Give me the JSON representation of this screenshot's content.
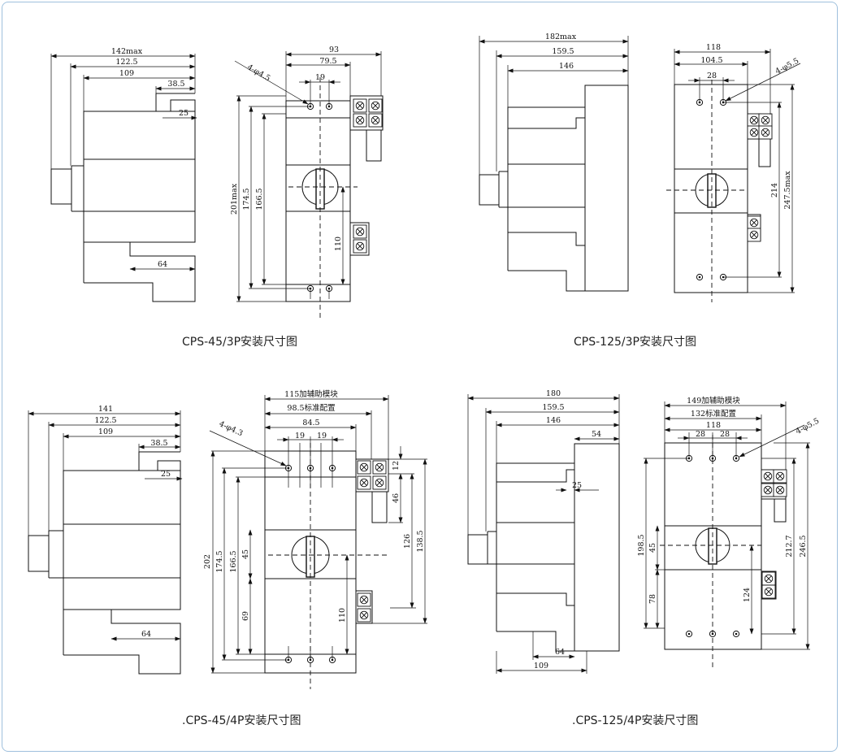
{
  "captions": {
    "tl": "CPS-45/3P安装尺寸图",
    "tr": "CPS-125/3P安装尺寸图",
    "bl": ".CPS-45/4P安装尺寸图",
    "br": ".CPS-125/4P安装尺寸图"
  },
  "dims": {
    "tl_142": "142max",
    "tl_1225": "122.5",
    "tl_109": "109",
    "tl_385": "38.5",
    "tl_25": "25",
    "tl_64": "64",
    "tl_93": "93",
    "tl_795": "79.5",
    "tl_19": "19",
    "tl_hole": "4-φ4.5",
    "tl_201": "201max",
    "tl_1745": "174.5",
    "tl_1665": "166.5",
    "tl_110": "110",
    "tr_182": "182max",
    "tr_1595": "159.5",
    "tr_146": "146",
    "tr_118": "118",
    "tr_1045": "104.5",
    "tr_28": "28",
    "tr_hole": "4-φ5.5",
    "tr_214": "214",
    "tr_2475": "247.5max",
    "bl_141": "141",
    "bl_1225": "122.5",
    "bl_109": "109",
    "bl_385": "38.5",
    "bl_25": "25",
    "bl_64": "64",
    "bl_115": "115加辅助模块",
    "bl_985": "98.5标准配置",
    "bl_845": "84.5",
    "bl_19a": "19",
    "bl_19b": "19",
    "bl_hole": "4-φ4.3",
    "bl_202": "202",
    "bl_1745": "174.5",
    "bl_1665": "166.5",
    "bl_45": "45",
    "bl_69": "69",
    "bl_12": "12",
    "bl_46": "46",
    "bl_126": "126",
    "bl_1385": "138.5",
    "bl_110": "110",
    "br_180": "180",
    "br_1595": "159.5",
    "br_146": "146",
    "br_54": "54",
    "br_25": "25",
    "br_64": "64",
    "br_109": "109",
    "br_149": "149加辅助模块",
    "br_132": "132标准配置",
    "br_118": "118",
    "br_28a": "28",
    "br_28b": "28",
    "br_hole": "4-φ5.5",
    "br_1985": "198.5",
    "br_45": "45",
    "br_78": "78",
    "br_124": "124",
    "br_2127": "212.7",
    "br_2465": "246.5"
  }
}
